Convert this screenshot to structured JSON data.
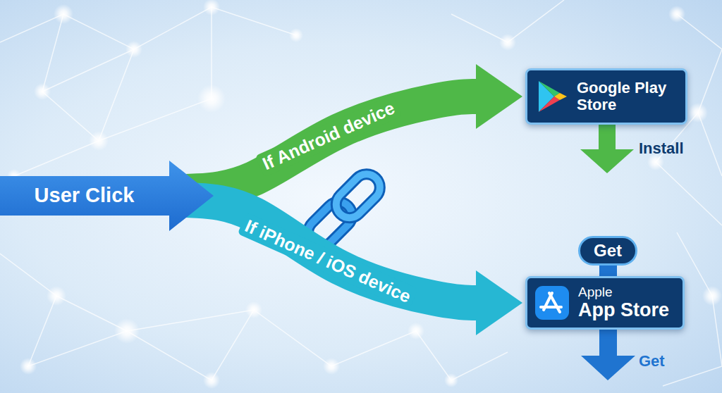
{
  "diagram": {
    "nodes": [
      {
        "text": [
          "User Click"
        ]
      },
      {
        "text": [
          "Google Play Store"
        ]
      },
      {
        "text": [
          "Get"
        ]
      },
      {
        "text": [
          "Apple",
          "App Store"
        ]
      }
    ],
    "edges": [
      {
        "from": 0,
        "to": 1,
        "arrow": "to",
        "label": "If Android device"
      },
      {
        "from": 0,
        "to": 3,
        "arrow": "to",
        "label": "If iPhone / iOS device"
      }
    ],
    "labels": [
      "Install",
      "Get"
    ]
  }
}
